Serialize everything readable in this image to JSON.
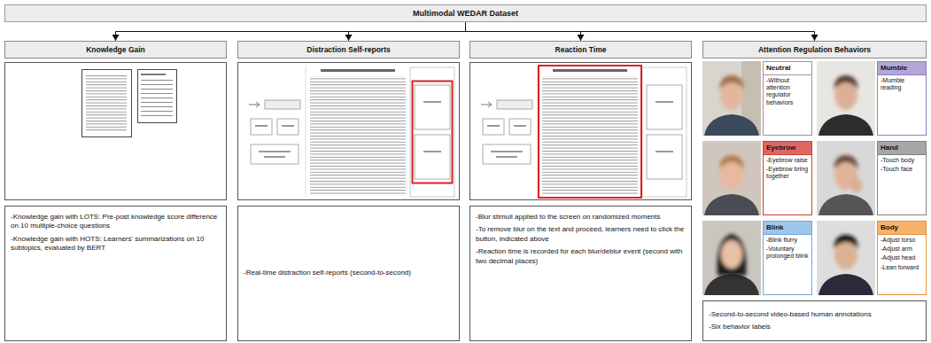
{
  "diagram": {
    "nodes": [
      {
        "text": [
          "Multimodal WEDAR Dataset"
        ]
      },
      {
        "text": [
          "Knowledge Gain"
        ]
      },
      {
        "text": [
          "Distraction Self-reports"
        ]
      },
      {
        "text": [
          "Reaction Time"
        ]
      },
      {
        "text": [
          "Attention Regulation Behaviors"
        ]
      },
      {
        "text": [
          "-Knowledge gain with LOTS: Pre-post knowledge score difference on 10 multiple-choice questions",
          "-Knowledge gain with HOTS: Learners' summarizations on 10 subtopics, evaluated by BERT"
        ]
      },
      {
        "text": [
          "-Real-time distraction self-reports (second-to-second)"
        ]
      },
      {
        "text": [
          "-Blur stimuli applied to the screen on randomized moments",
          "-To remove blur on the text and proceed, learners need to click the button, indicated above",
          "-Reaction time is recorded for each blur/deblur event (second with two decimal places)"
        ]
      },
      {
        "text": [
          "Neutral",
          "-Without attention regulator behaviors"
        ]
      },
      {
        "text": [
          "Mumble",
          "-Mumble reading"
        ]
      },
      {
        "text": [
          "Eyebrow",
          "-Eyebrow raise",
          "-Eyebrow bring together"
        ]
      },
      {
        "text": [
          "Hand",
          "-Touch body",
          "-Touch face"
        ]
      },
      {
        "text": [
          "Blink",
          "-Blink flurry",
          "-Voluntary prolonged blink"
        ]
      },
      {
        "text": [
          "Body",
          "-Adjust torso",
          "-Adjust arm",
          "-Adjust head",
          "-Lean forward"
        ]
      },
      {
        "text": [
          "-Second-to-second video-based human annotations",
          "-Six behavior labels"
        ]
      }
    ],
    "edges": [
      {
        "from": 0,
        "to": 1,
        "arrow": "to"
      },
      {
        "from": 0,
        "to": 2,
        "arrow": "to"
      },
      {
        "from": 0,
        "to": 3,
        "arrow": "to"
      },
      {
        "from": 0,
        "to": 4,
        "arrow": "to"
      }
    ]
  }
}
